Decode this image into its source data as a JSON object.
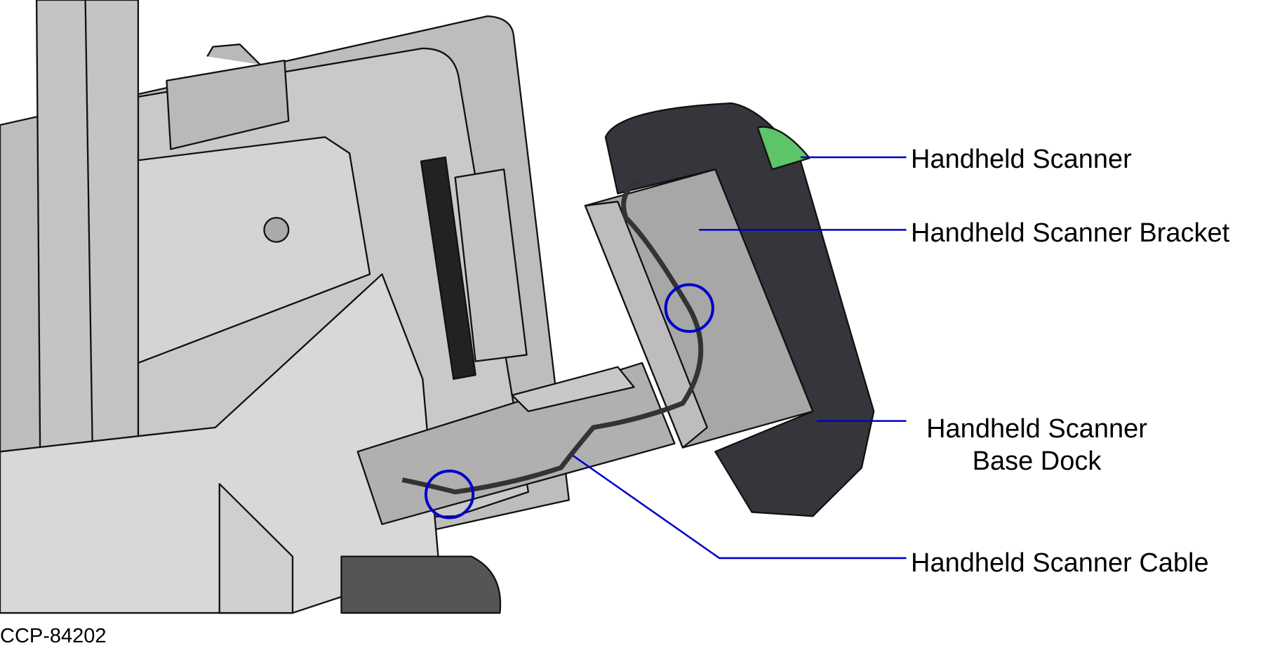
{
  "callouts": {
    "scanner": "Handheld Scanner",
    "bracket": "Handheld Scanner Bracket",
    "base_dock_line1": "Handheld Scanner",
    "base_dock_line2": "Base Dock",
    "cable": "Handheld Scanner Cable"
  },
  "figure_id": "CCP-84202",
  "colors": {
    "leader_line": "#0000cc",
    "highlight_circle": "#0000cc",
    "scanner_trigger": "#5ec46a",
    "metal": "#c8c8c8",
    "dark_plastic": "#35363b"
  }
}
